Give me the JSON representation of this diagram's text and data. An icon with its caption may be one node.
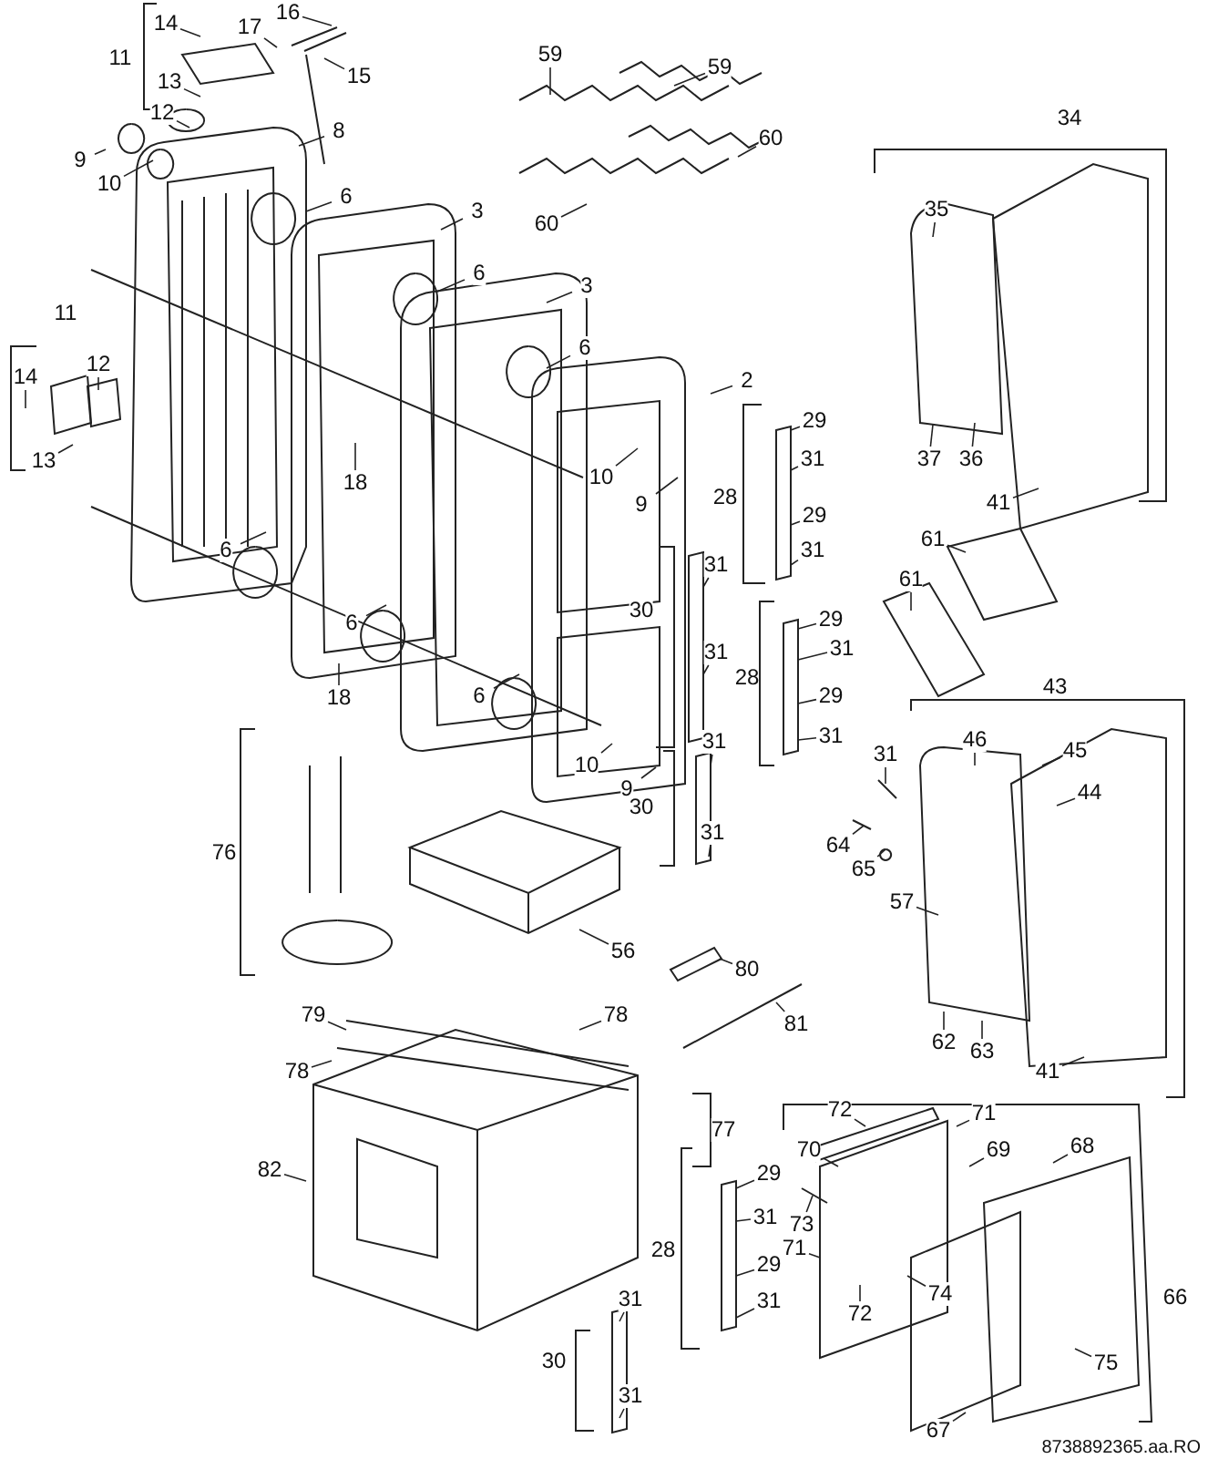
{
  "diagram": {
    "nodes": [
      {
        "text": [
          "11"
        ]
      },
      {
        "text": [
          "14"
        ]
      },
      {
        "text": [
          "17"
        ]
      },
      {
        "text": [
          "16"
        ]
      },
      {
        "text": [
          "15"
        ]
      },
      {
        "text": [
          "13"
        ]
      },
      {
        "text": [
          "12"
        ]
      },
      {
        "text": [
          "8"
        ]
      },
      {
        "text": [
          "9"
        ]
      },
      {
        "text": [
          "10"
        ]
      },
      {
        "text": [
          "6"
        ]
      },
      {
        "text": [
          "3"
        ]
      },
      {
        "text": [
          "59"
        ]
      },
      {
        "text": [
          "59"
        ]
      },
      {
        "text": [
          "60"
        ]
      },
      {
        "text": [
          "60"
        ]
      },
      {
        "text": [
          "6"
        ]
      },
      {
        "text": [
          "3"
        ]
      },
      {
        "text": [
          "6"
        ]
      },
      {
        "text": [
          "11"
        ]
      },
      {
        "text": [
          "14"
        ]
      },
      {
        "text": [
          "12"
        ]
      },
      {
        "text": [
          "13"
        ]
      },
      {
        "text": [
          "18"
        ]
      },
      {
        "text": [
          "6"
        ]
      },
      {
        "text": [
          "6"
        ]
      },
      {
        "text": [
          "18"
        ]
      },
      {
        "text": [
          "6"
        ]
      },
      {
        "text": [
          "2"
        ]
      },
      {
        "text": [
          "10"
        ]
      },
      {
        "text": [
          "9"
        ]
      },
      {
        "text": [
          "28"
        ]
      },
      {
        "text": [
          "29"
        ]
      },
      {
        "text": [
          "31"
        ]
      },
      {
        "text": [
          "29"
        ]
      },
      {
        "text": [
          "31"
        ]
      },
      {
        "text": [
          "31"
        ]
      },
      {
        "text": [
          "30"
        ]
      },
      {
        "text": [
          "31"
        ]
      },
      {
        "text": [
          "29"
        ]
      },
      {
        "text": [
          "31"
        ]
      },
      {
        "text": [
          "28"
        ]
      },
      {
        "text": [
          "29"
        ]
      },
      {
        "text": [
          "31"
        ]
      },
      {
        "text": [
          "10"
        ]
      },
      {
        "text": [
          "9"
        ]
      },
      {
        "text": [
          "31"
        ]
      },
      {
        "text": [
          "30"
        ]
      },
      {
        "text": [
          "31"
        ]
      },
      {
        "text": [
          "34"
        ]
      },
      {
        "text": [
          "35"
        ]
      },
      {
        "text": [
          "37"
        ]
      },
      {
        "text": [
          "36"
        ]
      },
      {
        "text": [
          "41"
        ]
      },
      {
        "text": [
          "61"
        ]
      },
      {
        "text": [
          "61"
        ]
      },
      {
        "text": [
          "43"
        ]
      },
      {
        "text": [
          "31"
        ]
      },
      {
        "text": [
          "46"
        ]
      },
      {
        "text": [
          "45"
        ]
      },
      {
        "text": [
          "44"
        ]
      },
      {
        "text": [
          "64"
        ]
      },
      {
        "text": [
          "65"
        ]
      },
      {
        "text": [
          "57"
        ]
      },
      {
        "text": [
          "62"
        ]
      },
      {
        "text": [
          "63"
        ]
      },
      {
        "text": [
          "41"
        ]
      },
      {
        "text": [
          "76"
        ]
      },
      {
        "text": [
          "56"
        ]
      },
      {
        "text": [
          "80"
        ]
      },
      {
        "text": [
          "81"
        ]
      },
      {
        "text": [
          "79"
        ]
      },
      {
        "text": [
          "78"
        ]
      },
      {
        "text": [
          "78"
        ]
      },
      {
        "text": [
          "77"
        ]
      },
      {
        "text": [
          "82"
        ]
      },
      {
        "text": [
          "28"
        ]
      },
      {
        "text": [
          "29"
        ]
      },
      {
        "text": [
          "31"
        ]
      },
      {
        "text": [
          "29"
        ]
      },
      {
        "text": [
          "31"
        ]
      },
      {
        "text": [
          "30"
        ]
      },
      {
        "text": [
          "31"
        ]
      },
      {
        "text": [
          "31"
        ]
      },
      {
        "text": [
          "72"
        ]
      },
      {
        "text": [
          "71"
        ]
      },
      {
        "text": [
          "70"
        ]
      },
      {
        "text": [
          "69"
        ]
      },
      {
        "text": [
          "68"
        ]
      },
      {
        "text": [
          "73"
        ]
      },
      {
        "text": [
          "71"
        ]
      },
      {
        "text": [
          "74"
        ]
      },
      {
        "text": [
          "72"
        ]
      },
      {
        "text": [
          "75"
        ]
      },
      {
        "text": [
          "66"
        ]
      },
      {
        "text": [
          "67"
        ]
      }
    ],
    "edges": [
      {
        "from": 1,
        "to": null,
        "arrow": "none"
      },
      {
        "from": 2,
        "to": null,
        "arrow": "none"
      },
      {
        "from": 3,
        "to": null,
        "arrow": "none"
      },
      {
        "from": 4,
        "to": null,
        "arrow": "none"
      },
      {
        "from": 5,
        "to": null,
        "arrow": "none"
      },
      {
        "from": 6,
        "to": null,
        "arrow": "none"
      },
      {
        "from": 7,
        "to": null,
        "arrow": "none"
      },
      {
        "from": 8,
        "to": null,
        "arrow": "none"
      },
      {
        "from": 9,
        "to": null,
        "arrow": "none"
      },
      {
        "from": 10,
        "to": null,
        "arrow": "none"
      },
      {
        "from": 11,
        "to": null,
        "arrow": "none"
      },
      {
        "from": 12,
        "to": null,
        "arrow": "none"
      },
      {
        "from": 13,
        "to": null,
        "arrow": "none"
      },
      {
        "from": 14,
        "to": null,
        "arrow": "none"
      },
      {
        "from": 15,
        "to": null,
        "arrow": "none"
      },
      {
        "from": 16,
        "to": null,
        "arrow": "none"
      },
      {
        "from": 17,
        "to": null,
        "arrow": "none"
      },
      {
        "from": 18,
        "to": null,
        "arrow": "none"
      },
      {
        "from": 20,
        "to": null,
        "arrow": "none"
      },
      {
        "from": 21,
        "to": null,
        "arrow": "none"
      },
      {
        "from": 22,
        "to": null,
        "arrow": "none"
      },
      {
        "from": 23,
        "to": null,
        "arrow": "none"
      },
      {
        "from": 24,
        "to": null,
        "arrow": "none"
      },
      {
        "from": 25,
        "to": null,
        "arrow": "none"
      },
      {
        "from": 26,
        "to": null,
        "arrow": "none"
      },
      {
        "from": 27,
        "to": null,
        "arrow": "none"
      },
      {
        "from": 28,
        "to": null,
        "arrow": "none"
      },
      {
        "from": 29,
        "to": null,
        "arrow": "none"
      },
      {
        "from": 30,
        "to": null,
        "arrow": "none"
      },
      {
        "from": 32,
        "to": null,
        "arrow": "none"
      },
      {
        "from": 33,
        "to": null,
        "arrow": "none"
      },
      {
        "from": 34,
        "to": null,
        "arrow": "none"
      },
      {
        "from": 35,
        "to": null,
        "arrow": "none"
      },
      {
        "from": 36,
        "to": null,
        "arrow": "none"
      },
      {
        "from": 38,
        "to": null,
        "arrow": "none"
      },
      {
        "from": 39,
        "to": null,
        "arrow": "none"
      },
      {
        "from": 40,
        "to": null,
        "arrow": "none"
      },
      {
        "from": 42,
        "to": null,
        "arrow": "none"
      },
      {
        "from": 43,
        "to": null,
        "arrow": "none"
      },
      {
        "from": 44,
        "to": null,
        "arrow": "none"
      },
      {
        "from": 45,
        "to": null,
        "arrow": "none"
      },
      {
        "from": 46,
        "to": null,
        "arrow": "none"
      },
      {
        "from": 48,
        "to": null,
        "arrow": "none"
      },
      {
        "from": 50,
        "to": null,
        "arrow": "none"
      },
      {
        "from": 51,
        "to": null,
        "arrow": "none"
      },
      {
        "from": 52,
        "to": null,
        "arrow": "none"
      },
      {
        "from": 53,
        "to": null,
        "arrow": "none"
      },
      {
        "from": 54,
        "to": null,
        "arrow": "none"
      },
      {
        "from": 55,
        "to": null,
        "arrow": "none"
      },
      {
        "from": 57,
        "to": null,
        "arrow": "none"
      },
      {
        "from": 58,
        "to": null,
        "arrow": "none"
      },
      {
        "from": 59,
        "to": null,
        "arrow": "none"
      },
      {
        "from": 60,
        "to": null,
        "arrow": "none"
      },
      {
        "from": 61,
        "to": null,
        "arrow": "none"
      },
      {
        "from": 62,
        "to": null,
        "arrow": "none"
      },
      {
        "from": 63,
        "to": null,
        "arrow": "none"
      },
      {
        "from": 64,
        "to": null,
        "arrow": "none"
      },
      {
        "from": 65,
        "to": null,
        "arrow": "none"
      },
      {
        "from": 66,
        "to": null,
        "arrow": "none"
      },
      {
        "from": 68,
        "to": null,
        "arrow": "none"
      },
      {
        "from": 69,
        "to": null,
        "arrow": "none"
      },
      {
        "from": 70,
        "to": null,
        "arrow": "none"
      },
      {
        "from": 71,
        "to": null,
        "arrow": "none"
      },
      {
        "from": 72,
        "to": null,
        "arrow": "none"
      },
      {
        "from": 73,
        "to": null,
        "arrow": "none"
      },
      {
        "from": 75,
        "to": null,
        "arrow": "none"
      },
      {
        "from": 77,
        "to": null,
        "arrow": "none"
      },
      {
        "from": 78,
        "to": null,
        "arrow": "none"
      },
      {
        "from": 79,
        "to": null,
        "arrow": "none"
      },
      {
        "from": 80,
        "to": null,
        "arrow": "none"
      },
      {
        "from": 82,
        "to": null,
        "arrow": "none"
      },
      {
        "from": 83,
        "to": null,
        "arrow": "none"
      },
      {
        "from": 84,
        "to": null,
        "arrow": "none"
      },
      {
        "from": 85,
        "to": null,
        "arrow": "none"
      },
      {
        "from": 86,
        "to": null,
        "arrow": "none"
      },
      {
        "from": 87,
        "to": null,
        "arrow": "none"
      },
      {
        "from": 88,
        "to": null,
        "arrow": "none"
      },
      {
        "from": 89,
        "to": null,
        "arrow": "none"
      },
      {
        "from": 90,
        "to": null,
        "arrow": "none"
      },
      {
        "from": 91,
        "to": null,
        "arrow": "none"
      },
      {
        "from": 92,
        "to": null,
        "arrow": "none"
      },
      {
        "from": 93,
        "to": null,
        "arrow": "none"
      },
      {
        "from": 95,
        "to": null,
        "arrow": "none"
      }
    ],
    "labels": [
      "8738892365.aa.RO"
    ]
  }
}
